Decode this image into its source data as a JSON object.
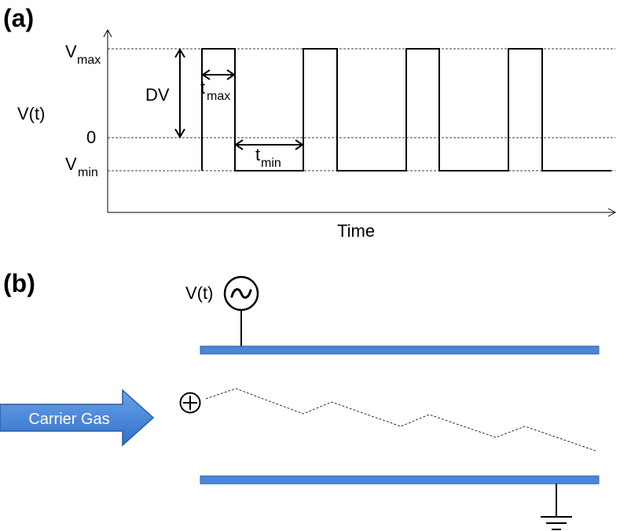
{
  "panel_a": {
    "label": "(a)",
    "y_axis_label": "V(t)",
    "vmax_main": "V",
    "vmax_sub": "max",
    "zero_label": "0",
    "vmin_main": "V",
    "vmin_sub": "min",
    "dv_label": "DV",
    "tmax_main": "t",
    "tmax_sub": "max",
    "tmin_main": "t",
    "tmin_sub": "min",
    "x_axis_label": "Time"
  },
  "panel_b": {
    "label": "(b)",
    "source_label": "V(t)",
    "source_icon": "ac-source-icon",
    "ion_icon": "positive-ion-icon",
    "ground_icon": "ground-icon",
    "carrier_gas_label": "Carrier Gas"
  },
  "colors": {
    "plate_fill": "#4a86d9",
    "plate_stroke": "#2f62a8",
    "arrow_fill": "#3f7fd6",
    "arrow_stroke": "#2a5c9e",
    "arrow_text": "#ffffff"
  }
}
